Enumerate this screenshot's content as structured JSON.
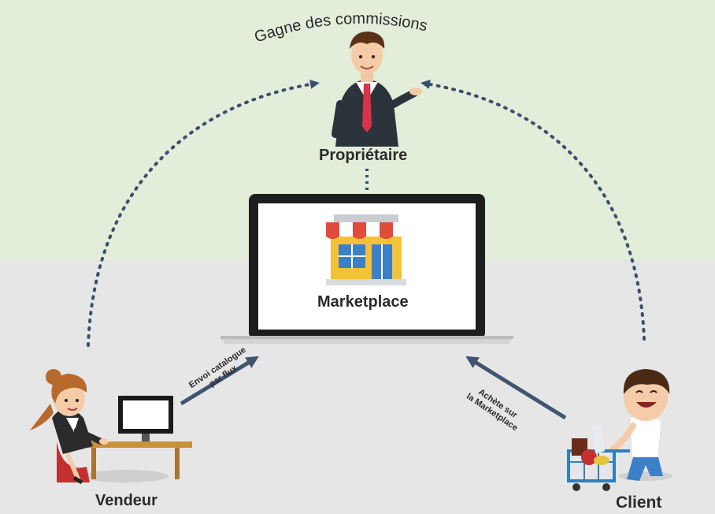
{
  "title": "Gagne des commissions",
  "nodes": {
    "owner": "Propriétaire",
    "marketplace": "Marketplace",
    "seller": "Vendeur",
    "client": "Client"
  },
  "edges": {
    "seller_to_market_line1": "Envoi catalogue",
    "seller_to_market_line2": "par flux",
    "client_to_market_line1": "Achète sur",
    "client_to_market_line2": "la Marketplace"
  },
  "colors": {
    "top_band": "#e2edda",
    "bottom_band": "#e6e6e6",
    "arrow": "#3f5570",
    "dotted": "#3a4f6e",
    "awning_red": "#e04b3c",
    "shop_yellow": "#f3c13a",
    "shop_blue": "#3b80c8"
  }
}
